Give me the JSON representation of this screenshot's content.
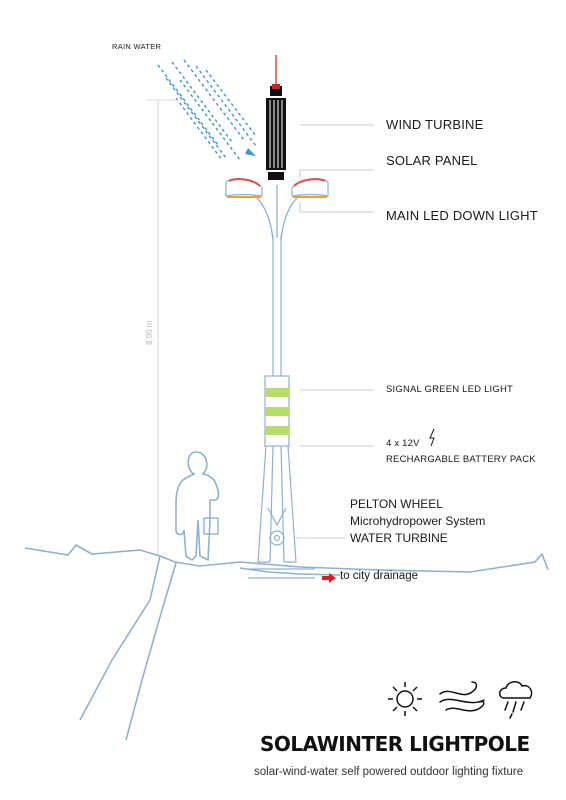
{
  "labels": {
    "rain_water": "RAIN WATER",
    "wind_turbine": "WIND TURBINE",
    "solar_panel": "SOLAR PANEL",
    "main_led": "MAIN LED DOWN LIGHT",
    "signal_led": "SIGNAL GREEN LED LIGHT",
    "battery_line1": "4 x 12V",
    "battery_line2": "RECHARGABLE BATTERY PACK",
    "pelton_line1": "PELTON WHEEL",
    "pelton_line2": "Microhydropower System",
    "pelton_line3": "WATER TURBINE",
    "drainage": "to city drainage",
    "height": "8,00 m"
  },
  "title": "SOLAWINTER LIGHTPOLE",
  "subtitle": "solar-wind-water self powered outdoor lighting fixture",
  "icons": [
    "sun-icon",
    "wind-icon",
    "rain-cloud-icon"
  ],
  "colors": {
    "line": "#8fb0d3",
    "rain": "#3e97c8",
    "turbine": "#1a1a1a",
    "beacon": "#d32020",
    "solar": "#d9534f",
    "led": "#f0a030",
    "signal": "#b8dc6a",
    "leader": "#bdbdbd",
    "arrow": "#d32020"
  }
}
